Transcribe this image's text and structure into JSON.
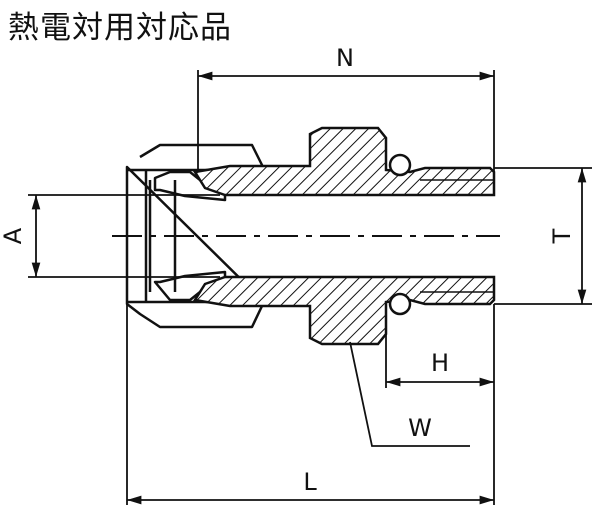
{
  "title": "熱電対用対応品",
  "labels": {
    "N": "N",
    "A": "A",
    "T": "T",
    "H": "H",
    "W": "W",
    "L": "L"
  },
  "colors": {
    "line": "#111111",
    "background": "#ffffff"
  }
}
